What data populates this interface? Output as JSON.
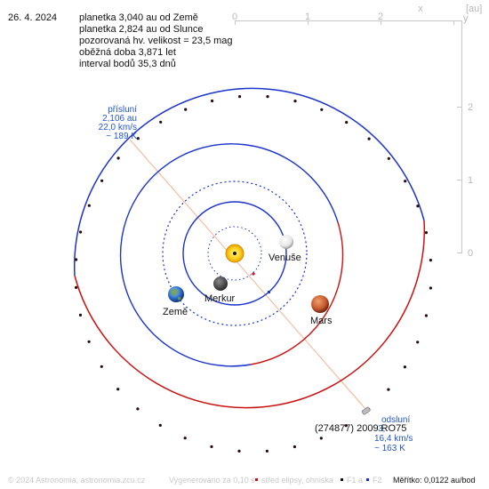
{
  "info": {
    "date": "26. 4. 2024",
    "lines": [
      "planetka 3,040 au od Země",
      "planetka 2,824 au od Slunce",
      "pozorovaná hv. velikost = 23,5 mag",
      "oběžná doba 3,871 let",
      "interval bodů 35,3 dnů"
    ]
  },
  "axes": {
    "unit_label": "[au]",
    "x_label": "x",
    "y_label": "y",
    "x_ticks": [
      "0",
      "1",
      "2"
    ],
    "y_ticks": [
      "2",
      "1",
      "0"
    ]
  },
  "perihelion": {
    "title": "přísluní",
    "distance": "2,106 au",
    "speed": "22,0 km/s",
    "temp": "~ 189 K"
  },
  "aphelion": {
    "title": "odsluní",
    "distance": "3,",
    "speed": "16,4 km/s",
    "temp": "~ 163 K"
  },
  "asteroid_name": "(274877) 2009 RO75",
  "planet_labels": {
    "venus": "Venuše",
    "mercury": "Merkur",
    "earth": "Země",
    "mars": "Mars"
  },
  "footer": {
    "copyright": "© 2024 Astronomia, astronomia.zcu.cz",
    "generated": "Vygenerováno za 0,10 s",
    "legend_center": "střed elipsy, ohniska",
    "legend_f1": "F1 a",
    "legend_f2": "F2",
    "scale": "Měřítko: 0,0122 au/bod"
  },
  "colors": {
    "blue": "#1a33cc",
    "red": "#cc1111",
    "label_blue": "#2255cc",
    "axis_gray": "#c8c8c8",
    "footer_gray": "#c8c8c8"
  }
}
